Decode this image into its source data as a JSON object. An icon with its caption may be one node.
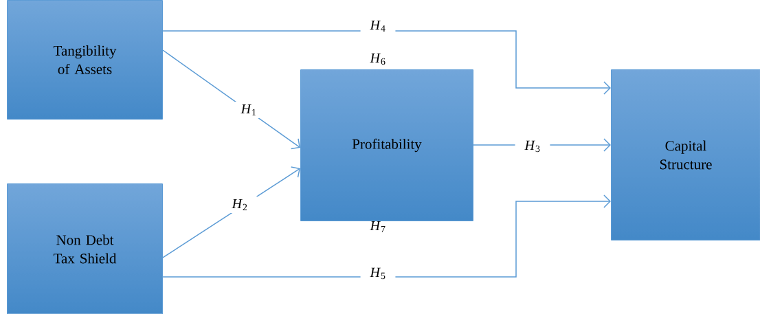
{
  "diagram": {
    "nodes": [
      {
        "text": [
          "Tangibility of Assets"
        ]
      },
      {
        "text": [
          "Non Debt Tax Shield"
        ]
      },
      {
        "text": [
          "Profitability"
        ]
      },
      {
        "text": [
          "Capital Structure"
        ]
      }
    ],
    "edges": [
      {
        "from": 0,
        "to": 2,
        "arrow": "to",
        "label": "*H*$_{1}$"
      },
      {
        "from": 1,
        "to": 2,
        "arrow": "to",
        "label": "*H*$_{2}$"
      },
      {
        "from": 2,
        "to": 3,
        "arrow": "to",
        "label": "*H*$_{3}$"
      },
      {
        "from": 0,
        "to": 3,
        "arrow": "to",
        "label": "*H*$_{4}$"
      },
      {
        "from": 1,
        "to": 3,
        "arrow": "to",
        "label": "*H*$_{5}$"
      }
    ],
    "labels": [
      "*H*$_{6}$",
      "*H*$_{7}$"
    ]
  }
}
